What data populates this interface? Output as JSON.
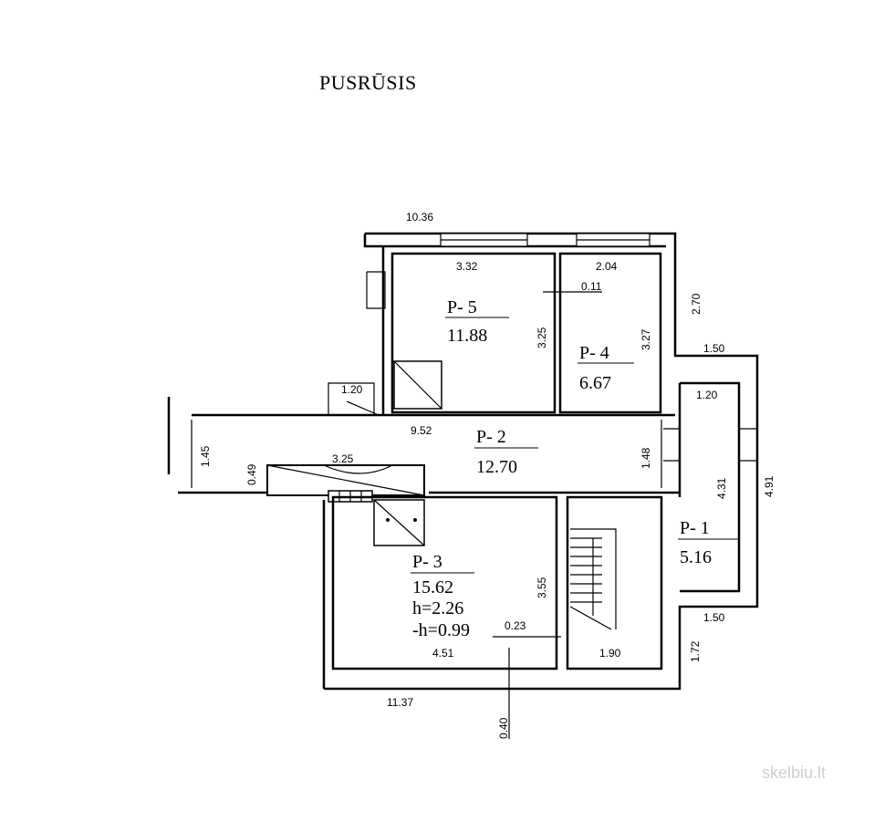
{
  "plan": {
    "title": "PUSRŪSIS",
    "rooms": [
      {
        "id": "P- 5",
        "area": "11.88"
      },
      {
        "id": "P- 4",
        "area": "6.67"
      },
      {
        "id": "P- 2",
        "area": "12.70"
      },
      {
        "id": "P- 1",
        "area": "5.16"
      },
      {
        "id": "P- 3",
        "area": "15.62",
        "h": "h=2.26",
        "neg_h": "-h=0.99"
      }
    ],
    "dimensions": {
      "top_total": "10.36",
      "p5_width": "3.32",
      "p5_height": "3.25",
      "p4_width": "2.04",
      "p4_height": "3.27",
      "gap": "0.11",
      "right_top": "2.70",
      "step_top": "1.50",
      "p1_width": "1.20",
      "p1_height": "4.31",
      "right_total": "4.91",
      "step_bottom": "1.50",
      "right_bottom": "1.72",
      "small_opening": "1.20",
      "corridor_width": "9.52",
      "corridor_left": "1.45",
      "corridor_right": "1.48",
      "ramp_width": "3.25",
      "ramp_height": "0.49",
      "p3_height": "3.55",
      "p3_gap": "0.23",
      "p3_width": "4.51",
      "stair_width": "1.90",
      "bottom_total": "11.37",
      "bottom_offset": "0.40"
    },
    "watermark": "skelbiu.lt"
  }
}
